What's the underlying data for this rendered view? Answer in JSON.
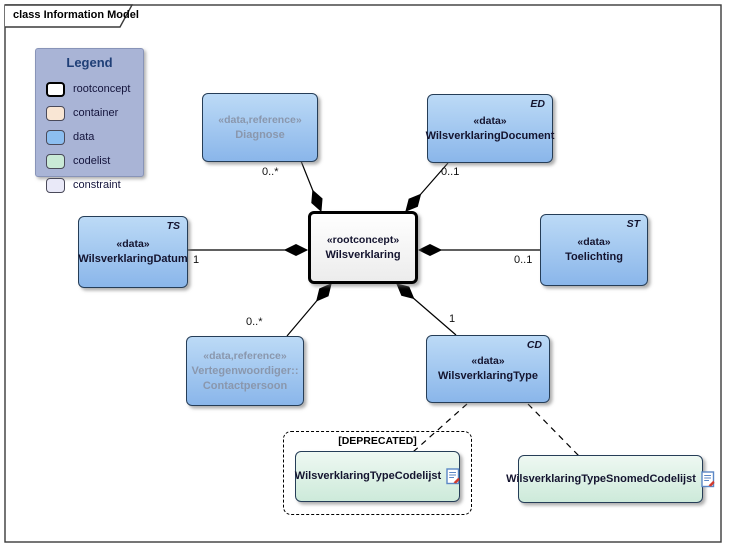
{
  "diagram": {
    "tab_label": "class Information Model"
  },
  "legend": {
    "title": "Legend",
    "items": [
      {
        "label": "rootconcept",
        "color": "#ffffff"
      },
      {
        "label": "container",
        "color": "#f9e6d4"
      },
      {
        "label": "data",
        "color": "#8cbef0"
      },
      {
        "label": "codelist",
        "color": "#c9e9d6"
      },
      {
        "label": "constraint",
        "color": "#e9e9f8"
      }
    ],
    "panel_color": "#a9b4d6"
  },
  "nodes": {
    "diagnose": {
      "stereotype": "«data,reference»",
      "name": "Diagnose"
    },
    "wilsverklaring_document": {
      "tag": "ED",
      "stereotype": "«data»",
      "name": "WilsverklaringDocument"
    },
    "wilsverklaring": {
      "stereotype": "«rootconcept»",
      "name": "Wilsverklaring"
    },
    "wilsverklaring_datum": {
      "tag": "TS",
      "stereotype": "«data»",
      "name": "WilsverklaringDatum"
    },
    "toelichting": {
      "tag": "ST",
      "stereotype": "«data»",
      "name": "Toelichting"
    },
    "contactpersoon": {
      "stereotype": "«data,reference»",
      "name_line1": "Vertegenwoordiger::",
      "name_line2": "Contactpersoon"
    },
    "wilsverklaring_type": {
      "tag": "CD",
      "stereotype": "«data»",
      "name": "WilsverklaringType"
    },
    "codelijst": {
      "name": "WilsverklaringTypeCodelijst"
    },
    "snomed_codelijst": {
      "name": "WilsverklaringTypeSnomedCodelijst"
    },
    "deprecated_group": {
      "label": "[DEPRECATED]"
    }
  },
  "multiplicities": {
    "diagnose": "0..*",
    "document": "0..1",
    "datum": "1",
    "toelichting": "0..1",
    "contactpersoon": "0..*",
    "type": "1"
  }
}
